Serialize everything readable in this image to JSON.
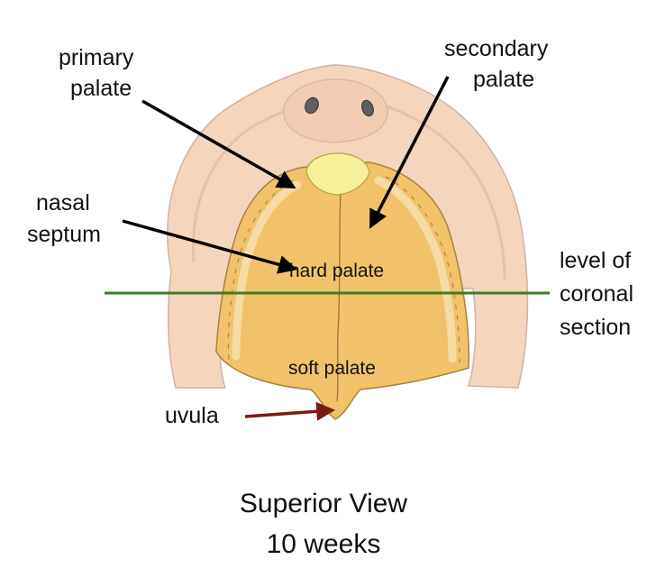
{
  "labels": {
    "primary_palate_1": "primary",
    "primary_palate_2": "palate",
    "secondary_palate_1": "secondary",
    "secondary_palate_2": "palate",
    "nasal_septum_1": "nasal",
    "nasal_septum_2": "septum",
    "hard_palate": "hard palate",
    "soft_palate": "soft palate",
    "uvula": "uvula",
    "level_1": "level of",
    "level_2": "coronal",
    "level_3": "section"
  },
  "caption": {
    "line1": "Superior View",
    "line2": "10 weeks"
  },
  "colors": {
    "outer_tissue": "#f6d5bd",
    "outer_outline": "#cfb3a3",
    "palate_fill": "#f1c26a",
    "palate_outline": "#a8823f",
    "shelf_highlight": "#f6dca4",
    "primary_palate_fill": "#f6f09a",
    "arrow_black": "#000000",
    "arrow_uvula": "#7b1a10",
    "section_line": "#3f7a26"
  }
}
